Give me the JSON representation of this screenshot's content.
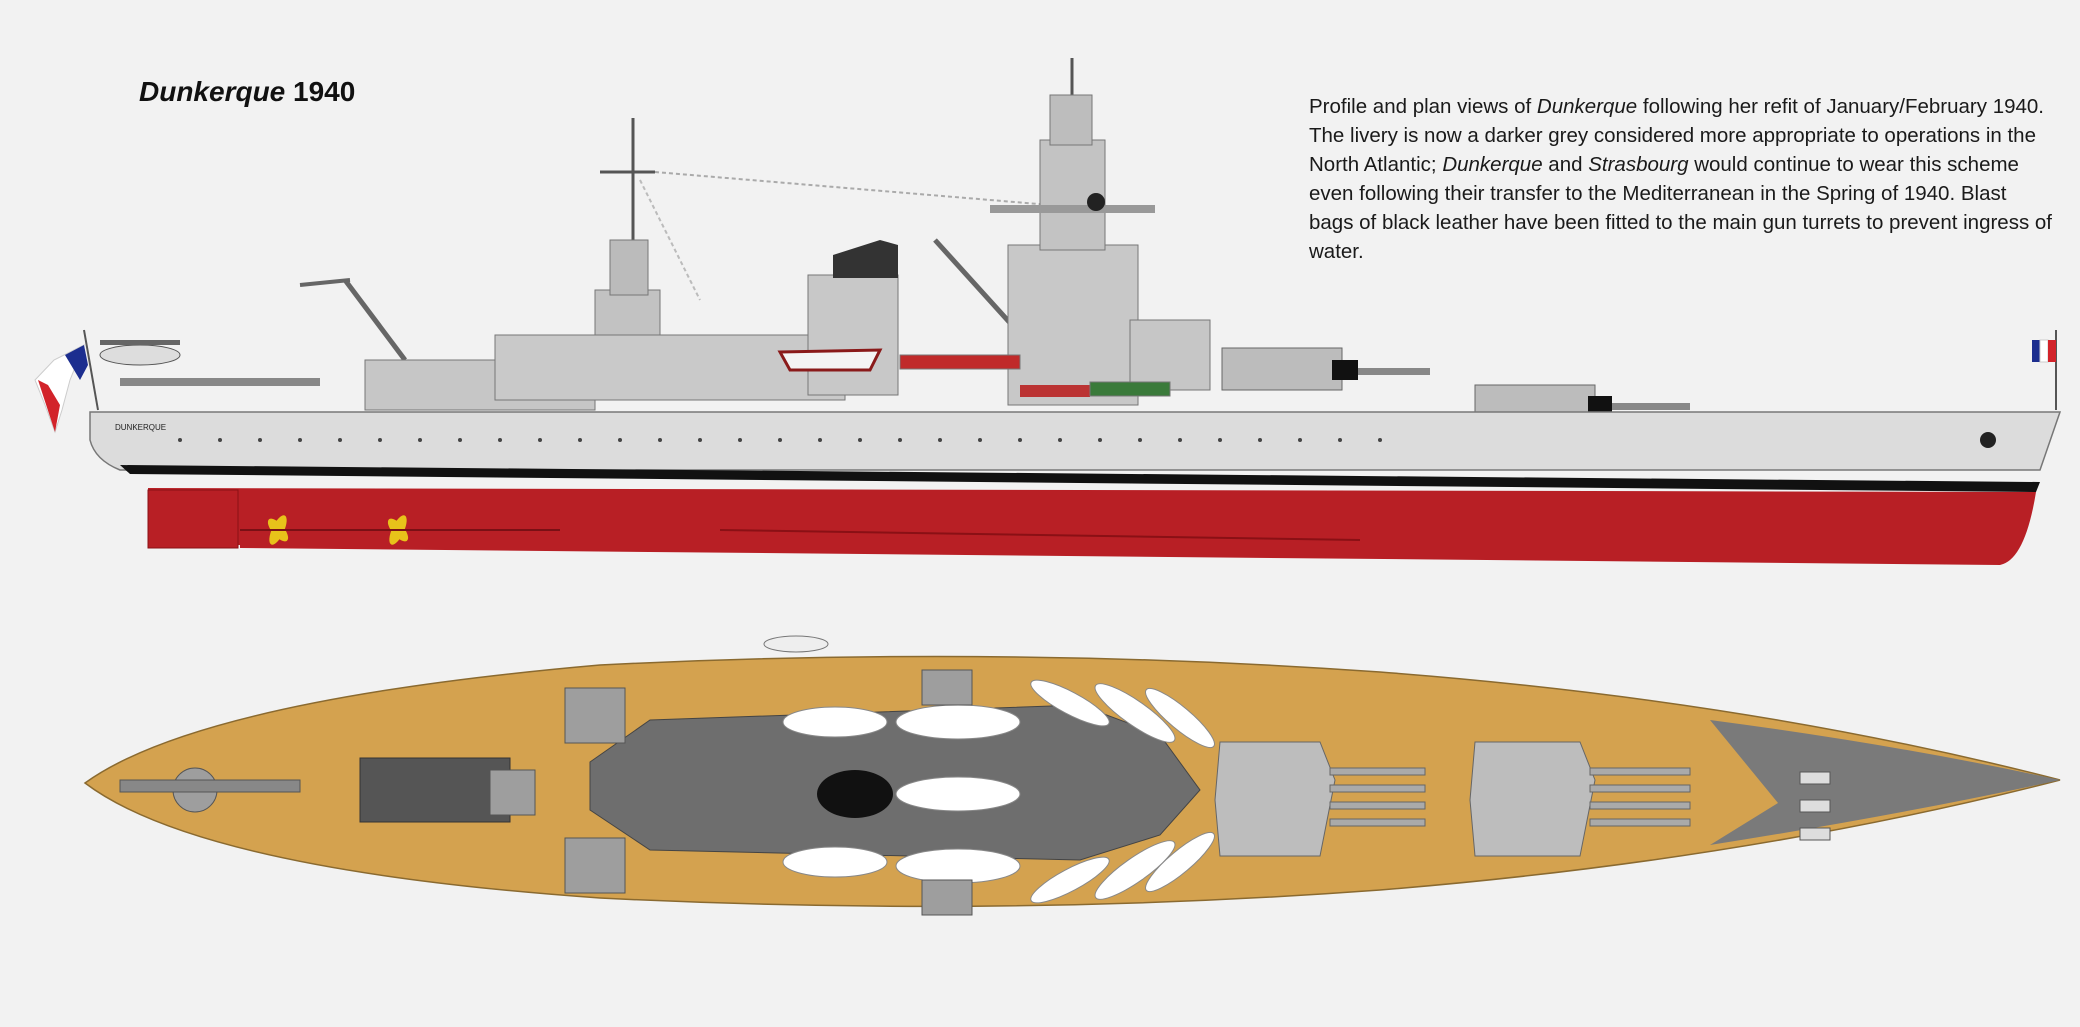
{
  "title": {
    "ship": "Dunkerque",
    "year": "1940"
  },
  "caption": {
    "t1": "Profile and plan views of ",
    "i1": "Dunkerque",
    "t2": " following her refit of January/February 1940. The livery is now a darker grey considered more appropriate to operations in the North Atlantic; ",
    "i2": "Dunkerque",
    "t3": " and ",
    "i3": "Strasbourg",
    "t4": " would continue to wear this scheme even following their transfer to the Mediterranean in the Spring of 1940. Blast bags of black leather have been fitted to the main gun turrets to prevent ingress of water."
  },
  "hull_name": "DUNKERQUE",
  "colors": {
    "background": "#f2f2f2",
    "hull_grey": "#d9d9d9",
    "superstructure_grey": "#c9c9c9",
    "boot_topping": "#111111",
    "antifouling_red": "#b81f25",
    "deck_teak": "#d4a24f",
    "deck_grey": "#7a7a7a",
    "propeller_yellow": "#e8c21a"
  },
  "icons": [
    "french-flag-stern",
    "french-flag-bow",
    "seaplane",
    "propeller",
    "anchor"
  ]
}
